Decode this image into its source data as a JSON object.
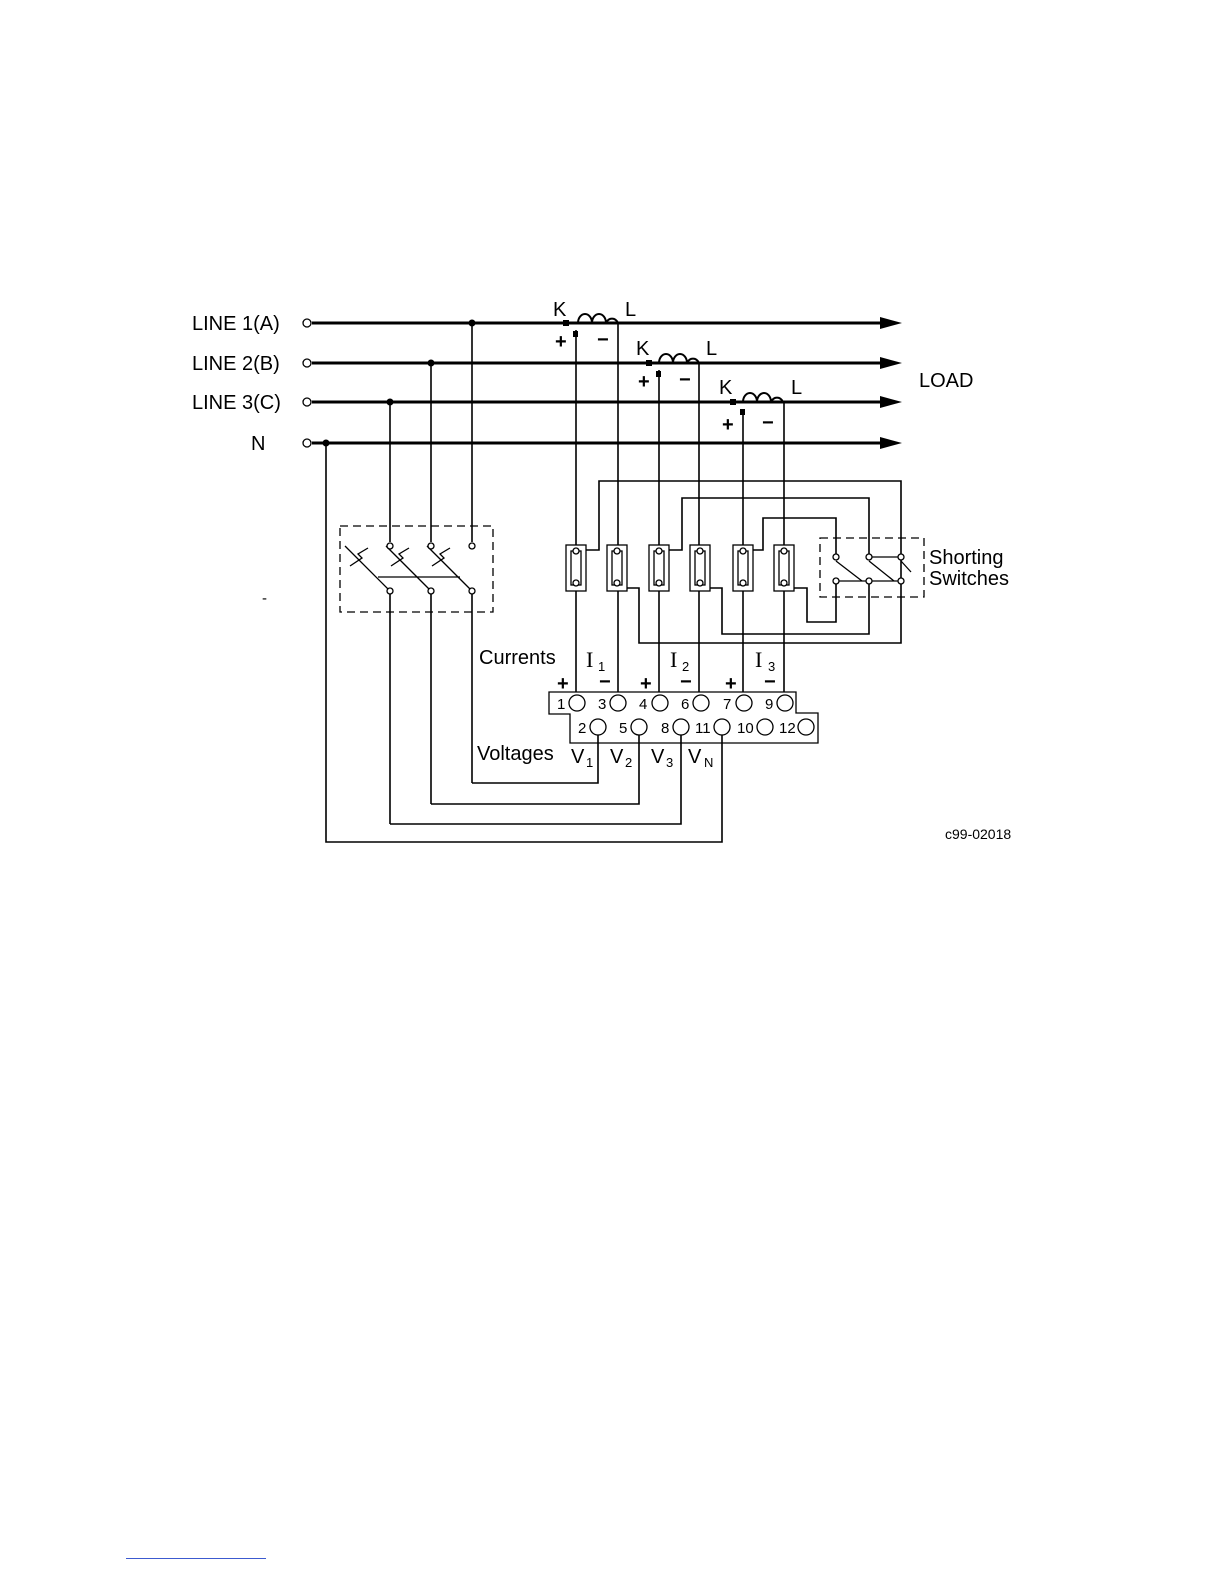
{
  "diagram": {
    "lines": [
      "LINE 1(A)",
      "LINE 2(B)",
      "LINE 3(C)",
      "N"
    ],
    "load_label": "LOAD",
    "ct_labels": {
      "k": "K",
      "l": "L",
      "plus": "+",
      "minus": "−"
    },
    "shorting_label": [
      "Shorting",
      "Switches"
    ],
    "currents_label": "Currents",
    "current_symbols": [
      "I",
      "I",
      "I"
    ],
    "current_subscripts": [
      "1",
      "2",
      "3"
    ],
    "terminals_top": [
      "1",
      "3",
      "4",
      "6",
      "7",
      "9"
    ],
    "terminals_bottom": [
      "2",
      "5",
      "8",
      "11",
      "10",
      "12"
    ],
    "voltages_label": "Voltages",
    "voltage_symbols": [
      "V",
      "V",
      "V",
      "V"
    ],
    "voltage_subscripts": [
      "1",
      "2",
      "3",
      "N"
    ],
    "figure_code": "c99-02018",
    "stray_mark": "-"
  }
}
